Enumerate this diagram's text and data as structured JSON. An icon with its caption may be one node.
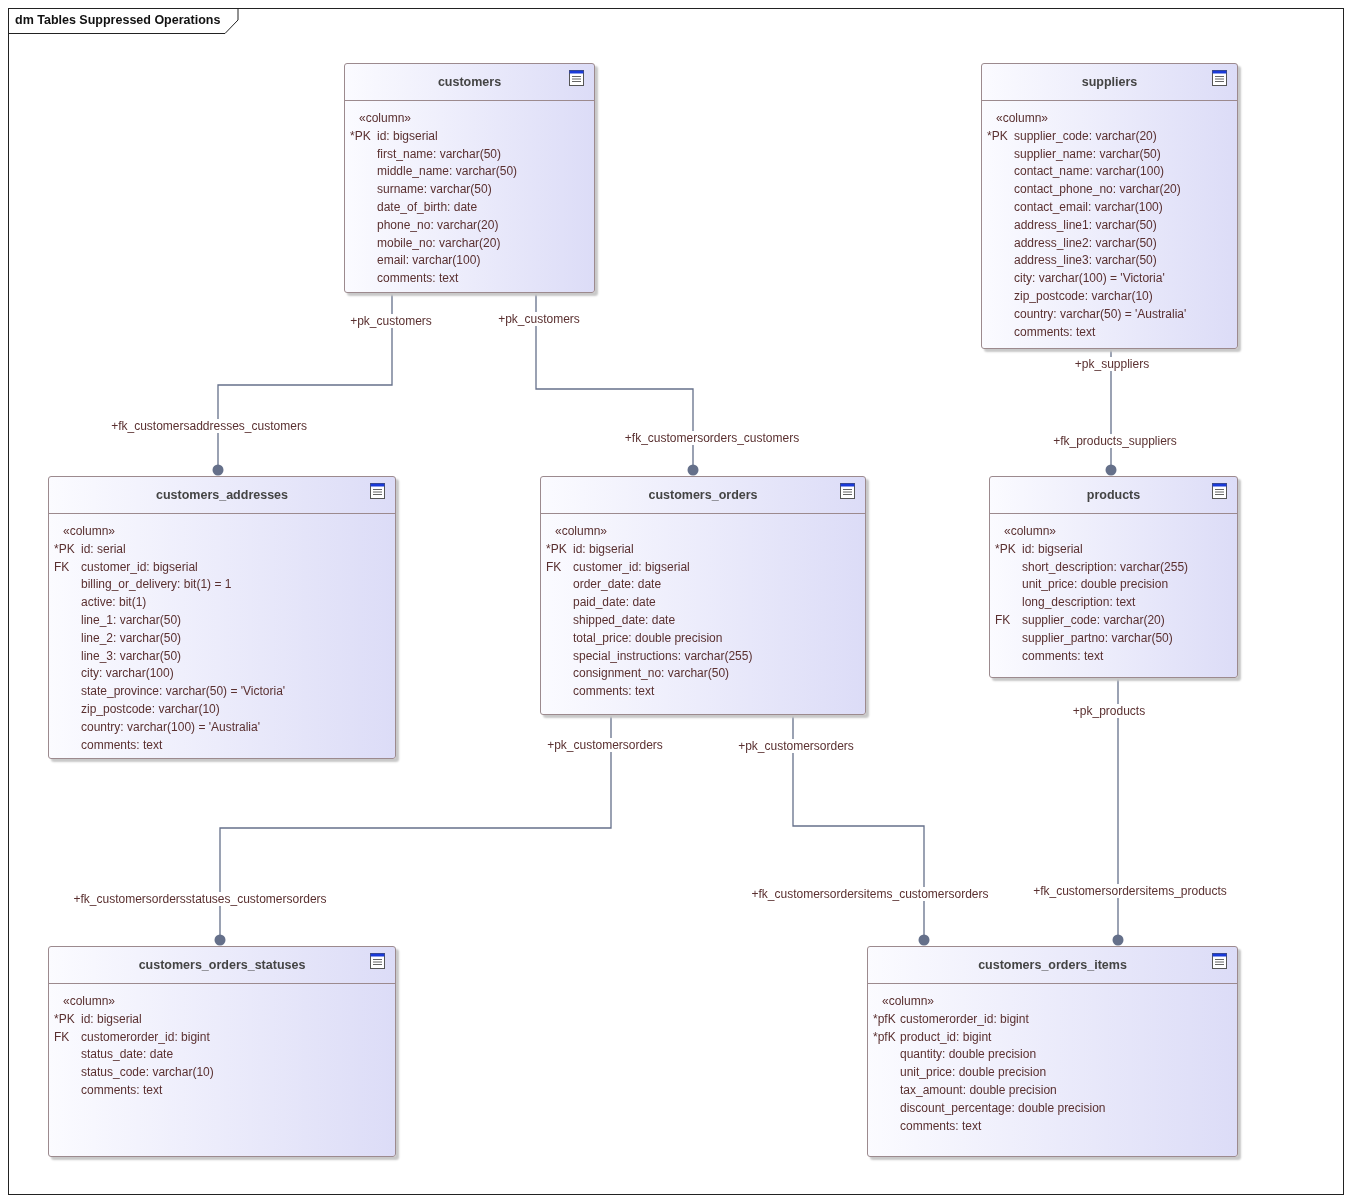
{
  "diagram": {
    "title": "dm Tables Suppressed Operations",
    "nodes": [
      {
        "text": [
          "customers",
          "«column»",
          "*PK id: bigserial",
          "first_name: varchar(50)",
          "middle_name: varchar(50)",
          "surname: varchar(50)",
          "date_of_birth: date",
          "phone_no: varchar(20)",
          "mobile_no: varchar(20)",
          "email: varchar(100)",
          "comments: text"
        ]
      },
      {
        "text": [
          "suppliers",
          "«column»",
          "*PK supplier_code: varchar(20)",
          "supplier_name: varchar(50)",
          "contact_name: varchar(100)",
          "contact_phone_no: varchar(20)",
          "contact_email: varchar(100)",
          "address_line1: varchar(50)",
          "address_line2: varchar(50)",
          "address_line3: varchar(50)",
          "city: varchar(100) = 'Victoria'",
          "zip_postcode: varchar(10)",
          "country: varchar(50) = 'Australia'",
          "comments: text"
        ]
      },
      {
        "text": [
          "customers_addresses",
          "«column»",
          "*PK id: serial",
          "FK customer_id: bigserial",
          "billing_or_delivery: bit(1) = 1",
          "active: bit(1)",
          "line_1: varchar(50)",
          "line_2: varchar(50)",
          "line_3: varchar(50)",
          "city: varchar(100)",
          "state_province: varchar(50) = 'Victoria'",
          "zip_postcode: varchar(10)",
          "country: varchar(100) = 'Australia'",
          "comments: text"
        ]
      },
      {
        "text": [
          "customers_orders",
          "«column»",
          "*PK id: bigserial",
          "FK customer_id: bigserial",
          "order_date: date",
          "paid_date: date",
          "shipped_date: date",
          "total_price: double precision",
          "special_instructions: varchar(255)",
          "consignment_no: varchar(50)",
          "comments: text"
        ]
      },
      {
        "text": [
          "products",
          "«column»",
          "*PK id: bigserial",
          "short_description: varchar(255)",
          "unit_price: double precision",
          "long_description: text",
          "FK supplier_code: varchar(20)",
          "supplier_partno: varchar(50)",
          "comments: text"
        ]
      },
      {
        "text": [
          "customers_orders_statuses",
          "«column»",
          "*PK id: bigserial",
          "FK customerorder_id: bigint",
          "status_date: date",
          "status_code: varchar(10)",
          "comments: text"
        ]
      },
      {
        "text": [
          "customers_orders_items",
          "«column»",
          "*pfK customerorder_id: bigint",
          "*pfK product_id: bigint",
          "quantity: double precision",
          "unit_price: double precision",
          "tax_amount: double precision",
          "discount_percentage: double precision",
          "comments: text"
        ]
      }
    ],
    "edges": [
      {
        "from": 0,
        "to": 2,
        "arrow": "other",
        "label": "+fk_customersaddresses_customers"
      },
      {
        "from": 0,
        "to": 3,
        "arrow": "other",
        "label": "+fk_customersorders_customers"
      },
      {
        "from": 1,
        "to": 4,
        "arrow": "other",
        "label": "+fk_products_suppliers"
      },
      {
        "from": 3,
        "to": 5,
        "arrow": "other",
        "label": "+fk_customersordersstatuses_customersorders"
      },
      {
        "from": 3,
        "to": 6,
        "arrow": "other",
        "label": "+fk_customersordersitems_customersorders"
      },
      {
        "from": 4,
        "to": 6,
        "arrow": "other",
        "label": "+fk_customersordersitems_products"
      }
    ],
    "labels": [
      "+pk_customers",
      "+pk_customers",
      "+pk_suppliers",
      "+pk_customersorders",
      "+pk_customersorders",
      "+pk_products"
    ]
  }
}
